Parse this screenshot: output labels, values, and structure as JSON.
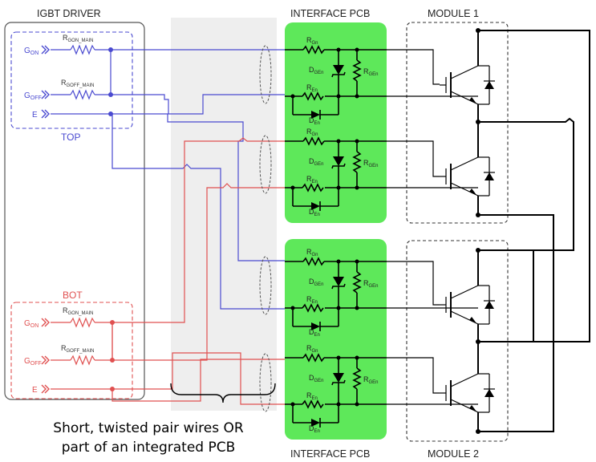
{
  "driver": {
    "title": "IGBT DRIVER",
    "top_label": "TOP",
    "bot_label": "BOT"
  },
  "signals": {
    "gon": "G",
    "gon_sub": "ON",
    "goff": "G",
    "goff_sub": "OFF",
    "e": "E"
  },
  "resistors": {
    "rgon_main": "R",
    "rgon_main_sub": "GON_MAIN",
    "rgoff_main": "R",
    "rgoff_main_sub": "GOFF_MAIN"
  },
  "pcb": {
    "title_top": "INTERFACE PCB",
    "title_bottom": "INTERFACE PCB",
    "r_gn": "R",
    "r_gn_sub": "Gn",
    "d_gen": "D",
    "d_gen_sub": "GEn",
    "r_gen": "R",
    "r_gen_sub": "GEn",
    "r_en": "R",
    "r_en_sub": "En",
    "d_en": "D",
    "d_en_sub": "En"
  },
  "modules": {
    "module1": "MODULE 1",
    "module2": "MODULE 2"
  },
  "caption": {
    "line1": "Short, twisted pair wires OR",
    "line2": "part of an integrated PCB"
  },
  "colors": {
    "top": "#4a4ad0",
    "bot": "#e05050",
    "pcb_green": "#5ee85a",
    "shade": "#eeeeee"
  }
}
